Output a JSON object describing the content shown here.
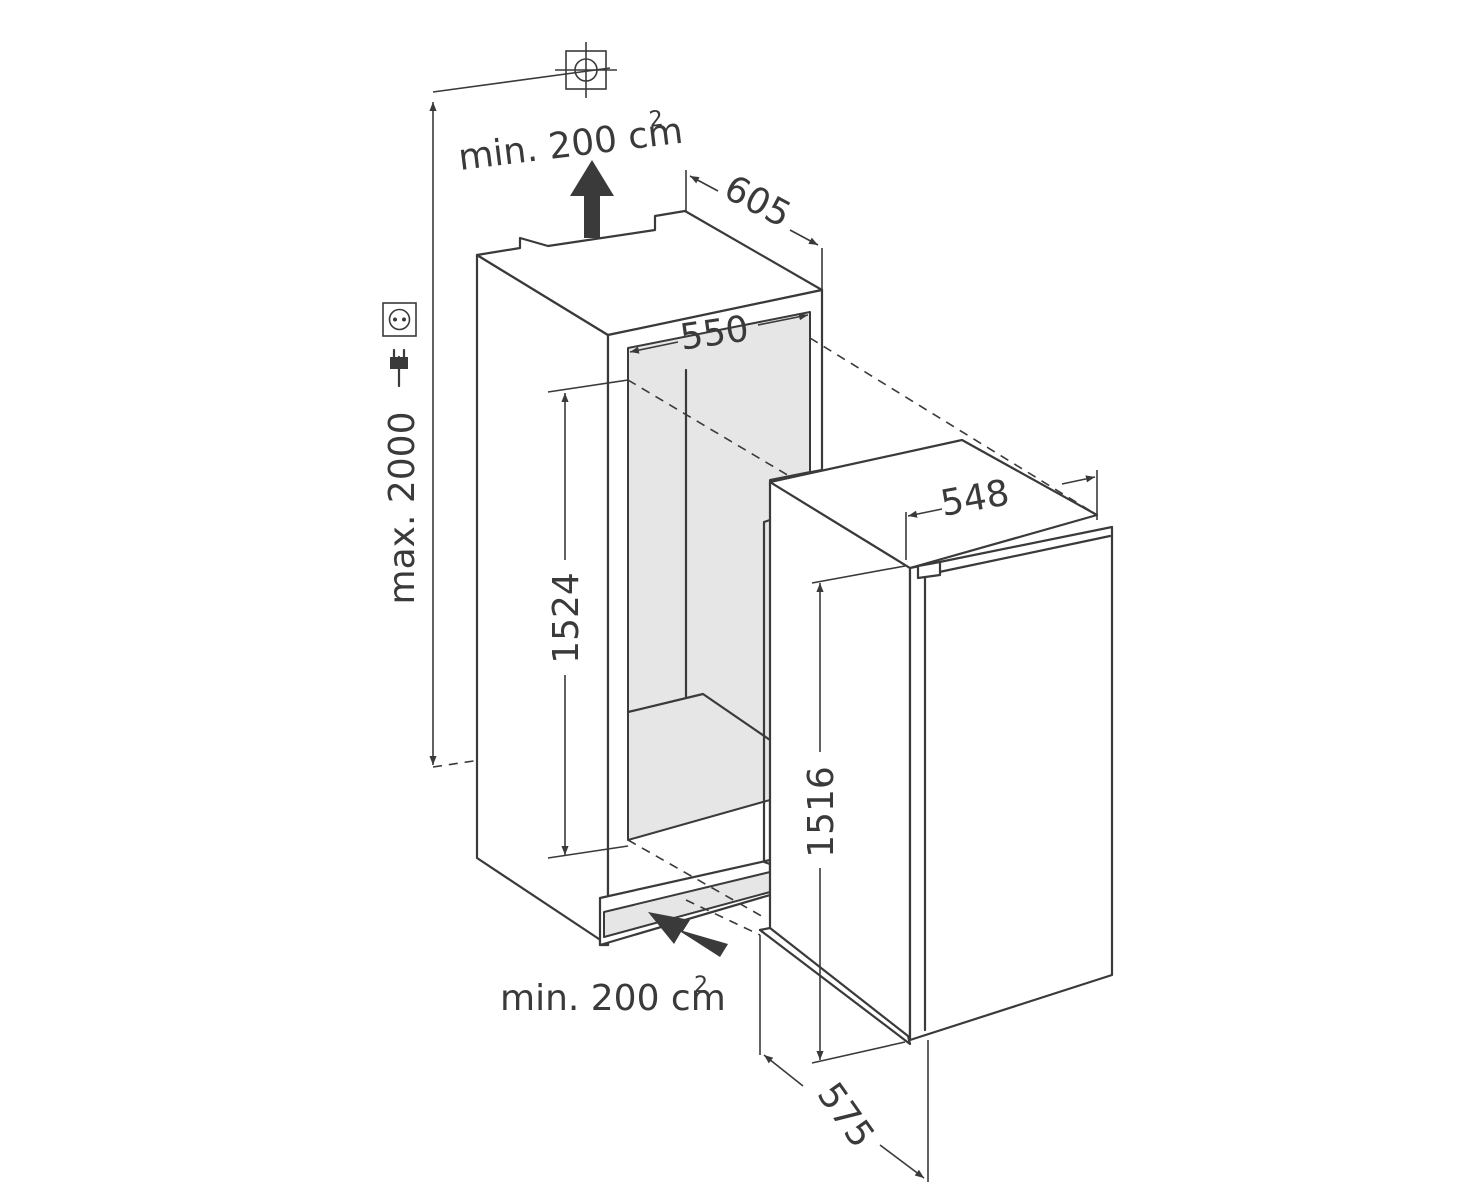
{
  "dimensions": {
    "niche_depth": "605",
    "niche_width": "550",
    "niche_height": "1524",
    "max_height": "max. 2000",
    "appliance_width": "548",
    "appliance_height": "1516",
    "appliance_depth": "575"
  },
  "ventilation": {
    "top_label": "min. 200 cm",
    "top_exp": "2",
    "bottom_label": "min. 200 cm",
    "bottom_exp": "2"
  },
  "icons": [
    "ceiling-target-icon",
    "power-socket-icon",
    "power-plug-icon"
  ],
  "colors": {
    "line": "#3a3a3a",
    "niche_interior": "#e6e6e6",
    "background": "#ffffff"
  }
}
